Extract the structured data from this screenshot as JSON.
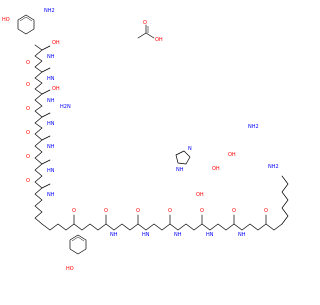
{
  "colors": {
    "bond": "#000000",
    "oxygen": "#ff0000",
    "nitrogen": "#0000ff",
    "hydrogen_label": "#0000ff",
    "sulfur": "#c8a000",
    "background": "#ffffff"
  },
  "labels": {
    "ho": "HO",
    "oh": "OH",
    "o": "O",
    "n": "N",
    "nh": "NH",
    "hn": "HN",
    "nh2": "NH2",
    "h2n": "H2N"
  },
  "atom_count_hint": "large peptide with many amide bonds"
}
